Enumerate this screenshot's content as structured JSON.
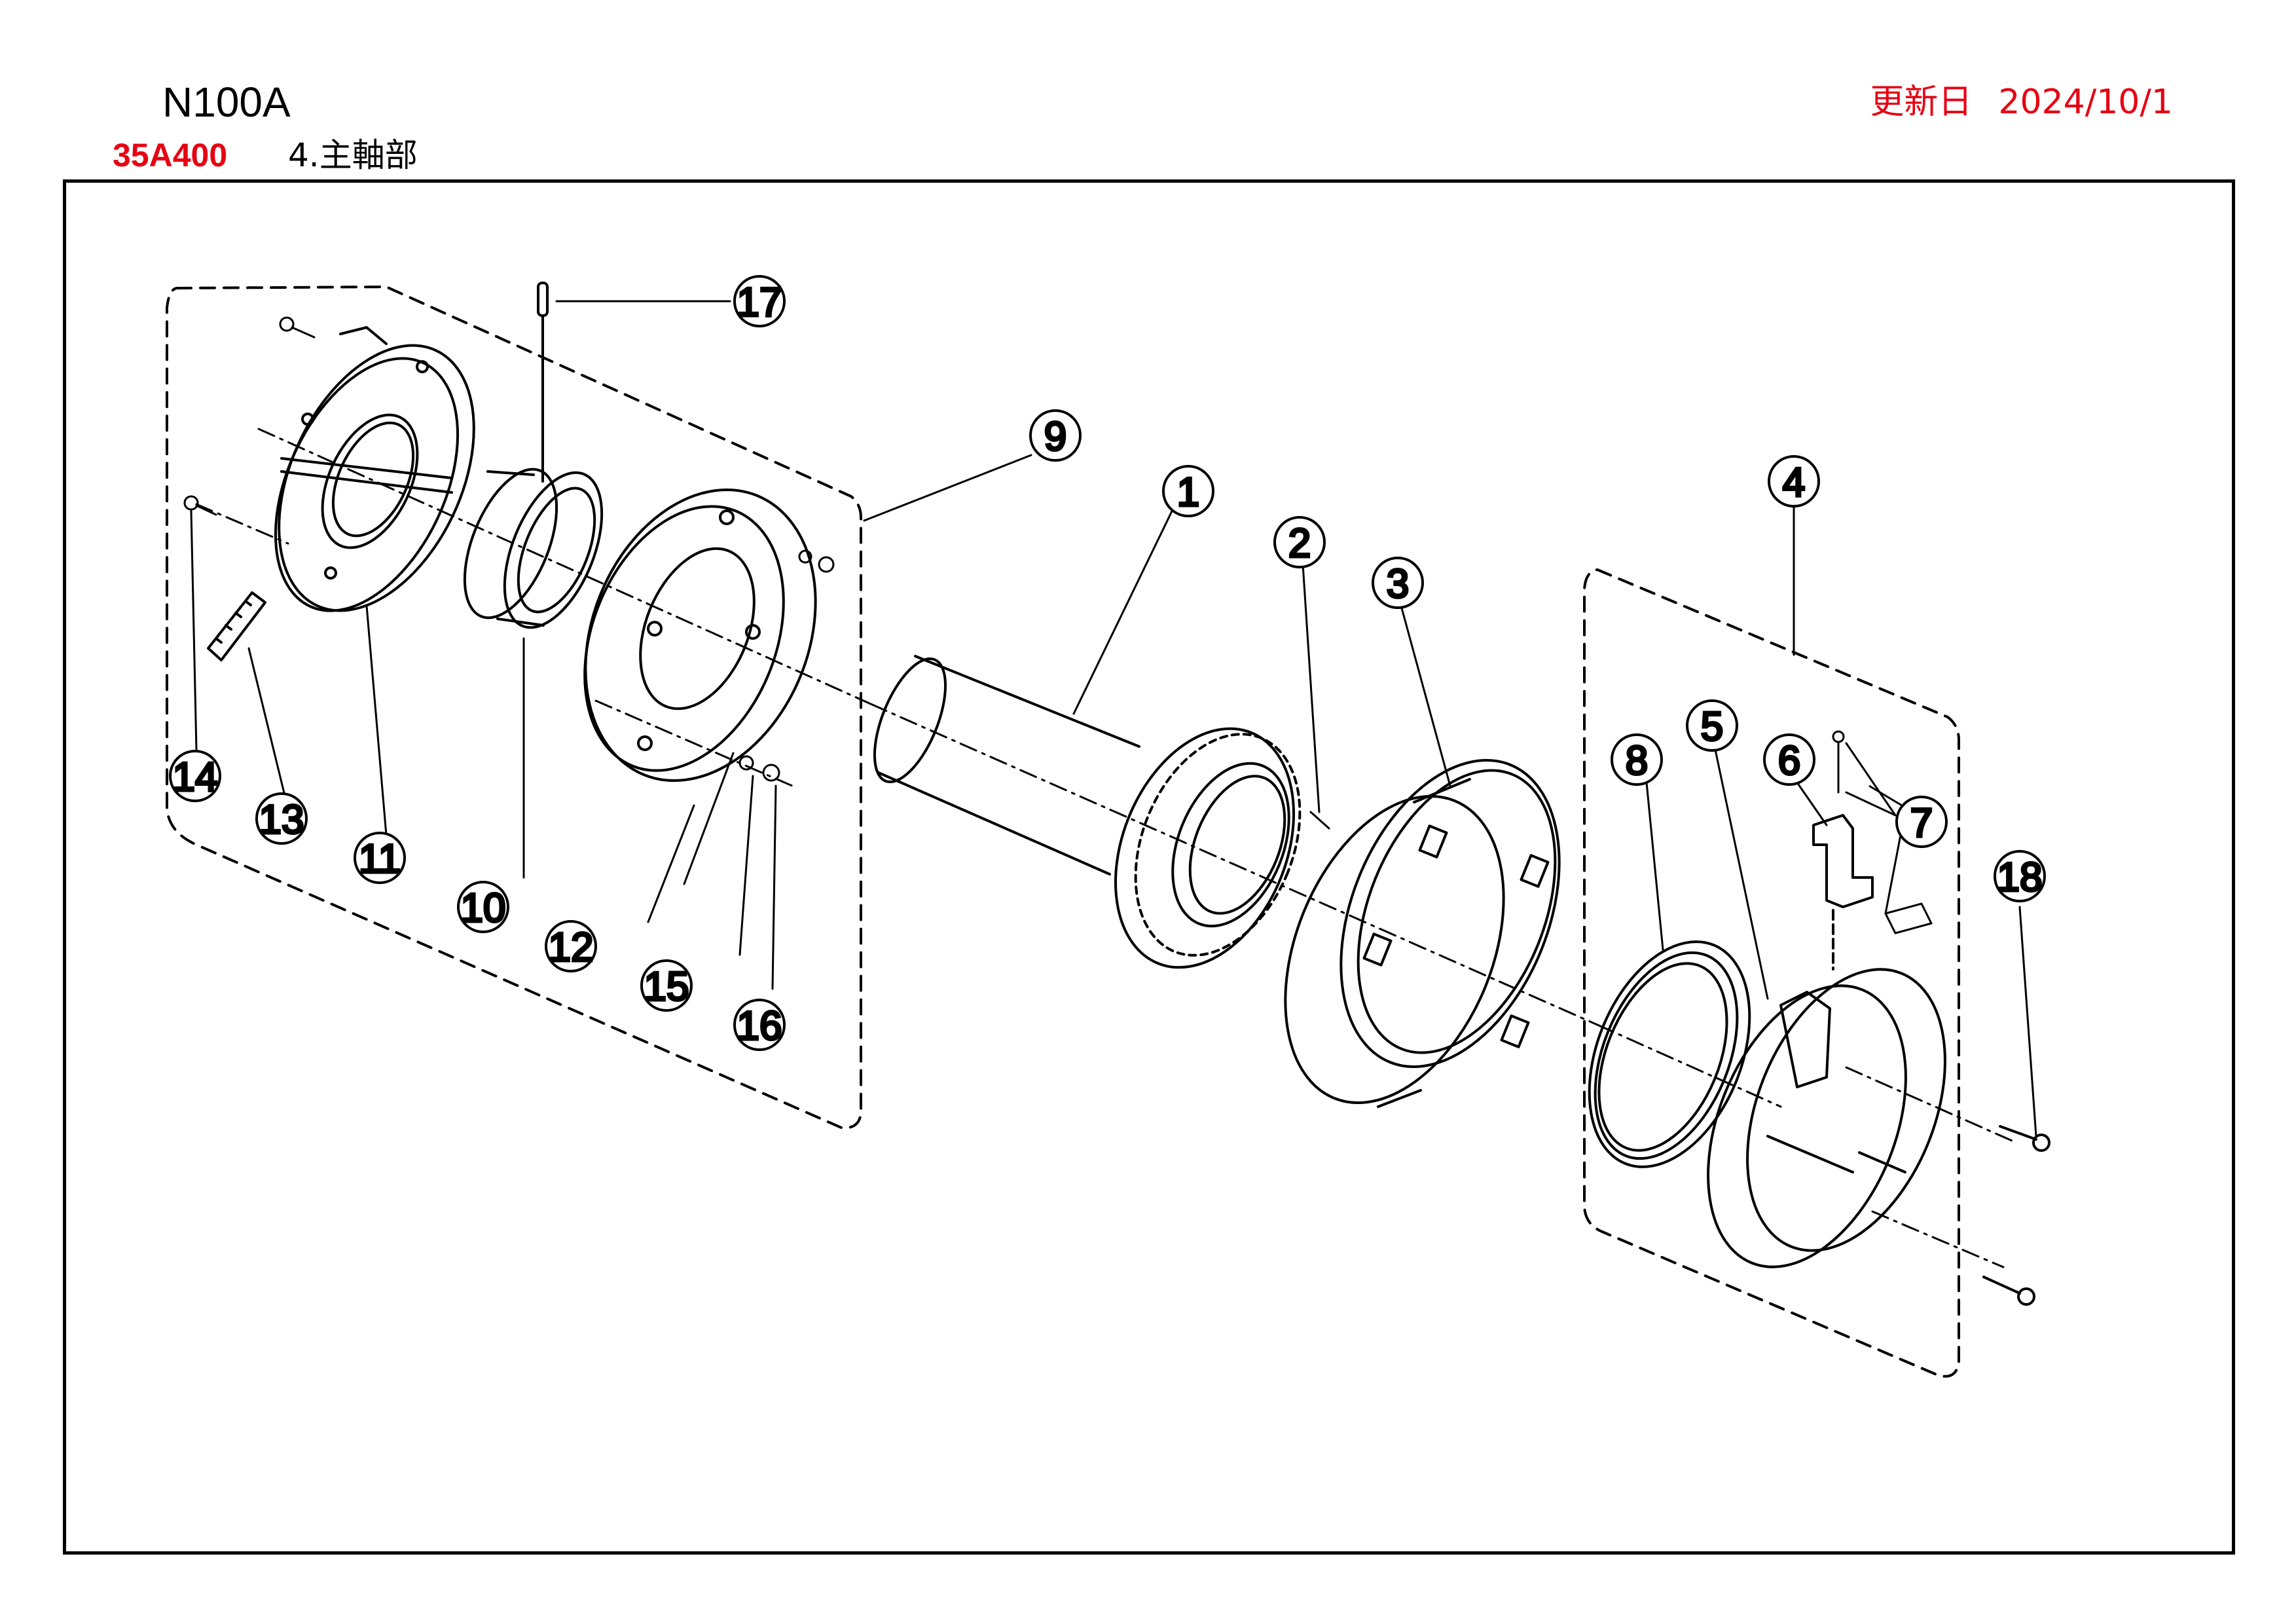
{
  "header": {
    "model": "N100A",
    "update_label": "更新日",
    "update_date": "2024/10/1",
    "code": "35A400",
    "section": "4.主軸部"
  },
  "colors": {
    "accent": "#e60012",
    "line": "#000000"
  },
  "callouts": [
    "1",
    "2",
    "3",
    "4",
    "5",
    "6",
    "7",
    "8",
    "9",
    "10",
    "11",
    "12",
    "13",
    "14",
    "15",
    "16",
    "17",
    "18"
  ]
}
